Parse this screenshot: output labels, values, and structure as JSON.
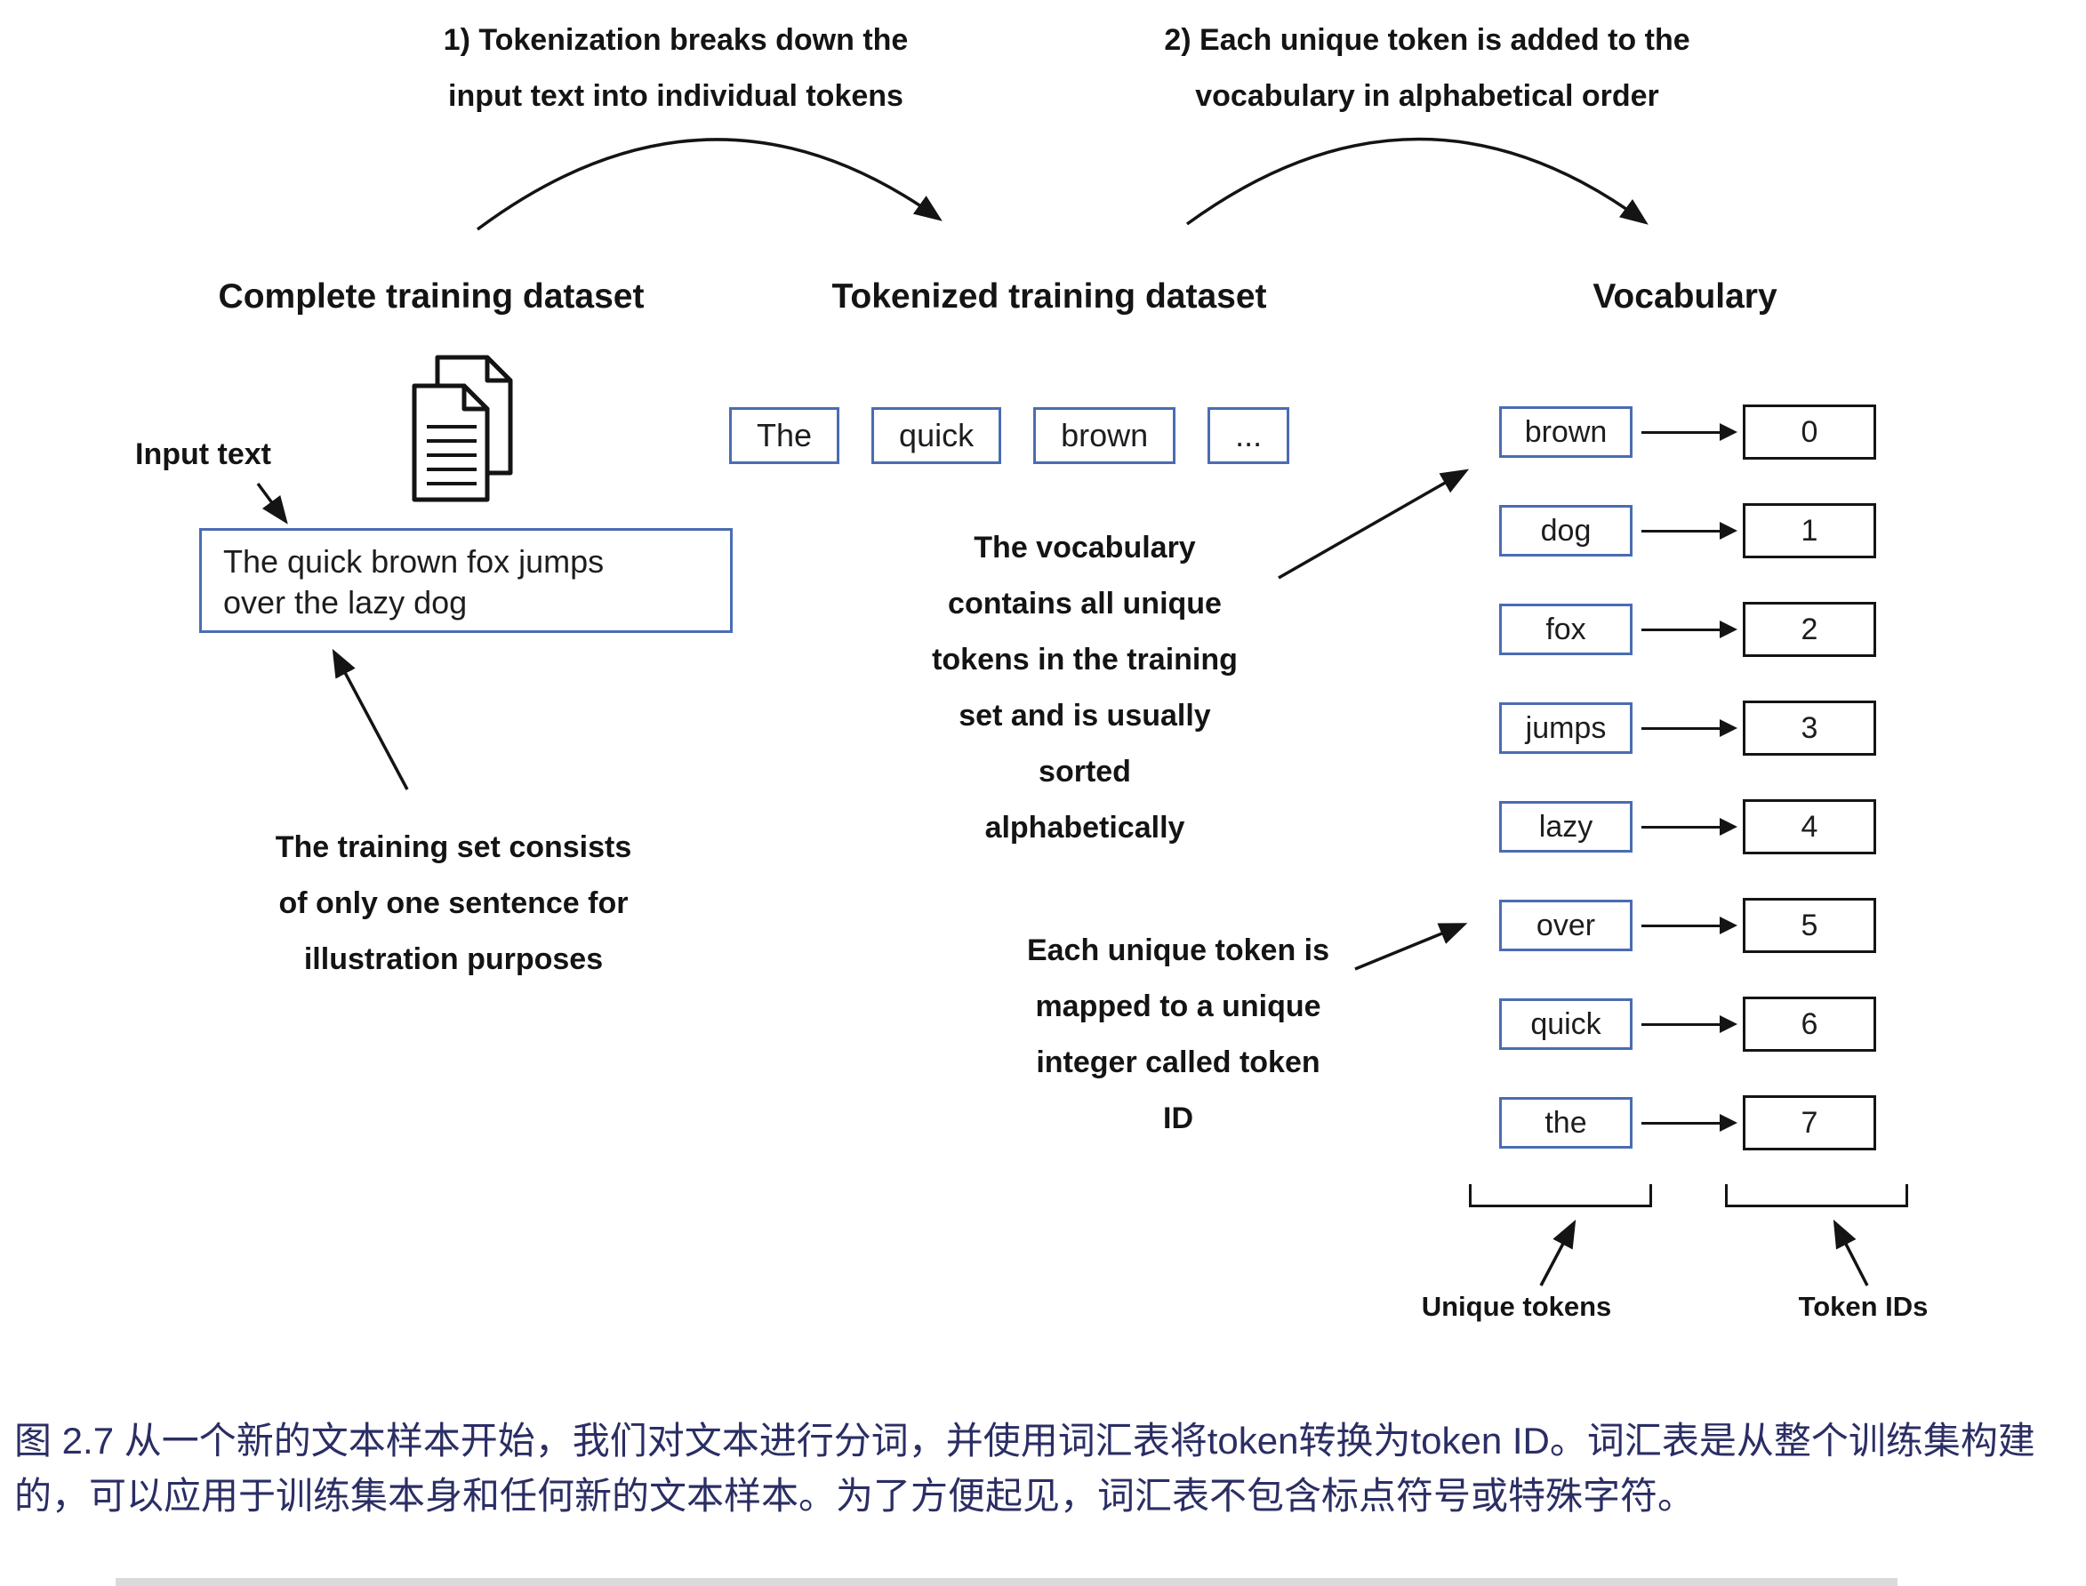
{
  "annotations": {
    "step1_lines": [
      "1) Tokenization breaks down the",
      "input text into individual tokens"
    ],
    "step2_lines": [
      "2) Each unique token is added to the",
      "vocabulary in alphabetical order"
    ]
  },
  "headers": {
    "left": "Complete training dataset",
    "middle": "Tokenized training dataset",
    "right": "Vocabulary"
  },
  "input_section": {
    "label": "Input text",
    "text": "The quick brown fox jumps over the lazy dog",
    "note_lines": [
      "The training set consists",
      "of only one sentence for",
      "illustration purposes"
    ]
  },
  "tokens": [
    "The",
    "quick",
    "brown",
    "..."
  ],
  "notes": {
    "vocab_lines": [
      "The vocabulary",
      "contains all unique",
      "tokens in the training",
      "set and is usually",
      "sorted",
      "alphabetically"
    ],
    "mapping_lines": [
      "Each unique token is",
      "mapped to a unique",
      "integer called token",
      "ID"
    ]
  },
  "vocabulary": {
    "entries": [
      {
        "token": "brown",
        "id": "0"
      },
      {
        "token": "dog",
        "id": "1"
      },
      {
        "token": "fox",
        "id": "2"
      },
      {
        "token": "jumps",
        "id": "3"
      },
      {
        "token": "lazy",
        "id": "4"
      },
      {
        "token": "over",
        "id": "5"
      },
      {
        "token": "quick",
        "id": "6"
      },
      {
        "token": "the",
        "id": "7"
      }
    ],
    "unique_tokens_label": "Unique tokens",
    "token_ids_label": "Token IDs"
  },
  "caption": "图 2.7 从一个新的文本样本开始，我们对文本进行分词，并使用词汇表将token转换为token ID。词汇表是从整个训练集构建的，可以应用于训练集本身和任何新的文本样本。为了方便起见，词汇表不包含标点符号或特殊字符。",
  "colors": {
    "box_blue": "#4a6cb3",
    "arrow": "#141414",
    "caption": "#2b2e64"
  }
}
